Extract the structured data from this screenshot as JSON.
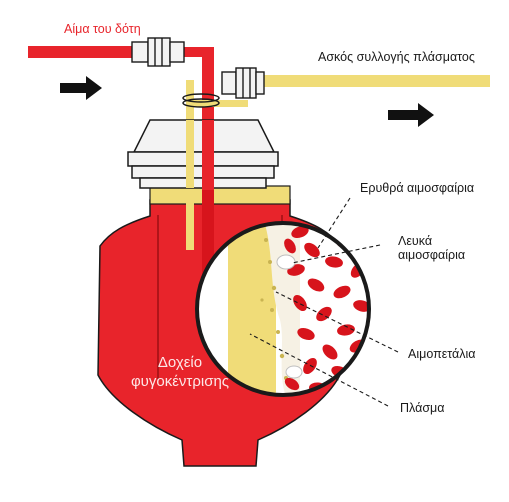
{
  "labels": {
    "donor_blood": "Αίμα του δότη",
    "plasma_bag": "Ασκός συλλογής πλάσματος",
    "red_cells": "Ερυθρά αιμοσφαίρια",
    "white_cells_line1": "Λευκά",
    "white_cells_line2": "αιμοσφαίρια",
    "platelets": "Αιμοπετάλια",
    "plasma": "Πλάσμα",
    "centrifuge_line1": "Δοχείο",
    "centrifuge_line2": "φυγοκέντρισης"
  },
  "colors": {
    "blood_red": "#e8242b",
    "plasma_yellow": "#f0dc78",
    "cell_red": "#d7141c",
    "outline": "#1a1a1a",
    "cap_grey": "#f3f3f3"
  },
  "icons": [
    "inflow-arrow-icon",
    "outflow-arrow-icon"
  ]
}
